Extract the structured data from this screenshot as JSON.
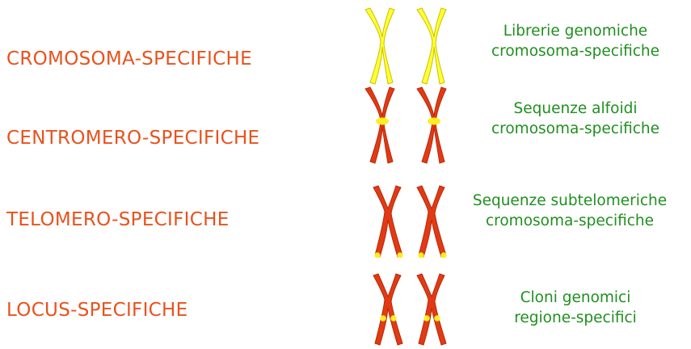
{
  "colors": {
    "label": "#e8521d",
    "description": "#1f8f1f",
    "chromosome_yellow": "#ffff33",
    "chromosome_red": "#e23a14",
    "probe_signal": "#ffee22"
  },
  "rows": [
    {
      "label": "CROMOSOMA-SPECIFICHE",
      "description": [
        "Librerie genomiche",
        "cromosoma-specifiche"
      ],
      "chromosome_color": "yellow",
      "signal": "whole-chromosome"
    },
    {
      "label": "CENTROMERO-SPECIFICHE",
      "description": [
        "Sequenze alfoidi",
        "cromosoma-specifiche"
      ],
      "chromosome_color": "red",
      "signal": "centromere"
    },
    {
      "label": "TELOMERO-SPECIFICHE",
      "description": [
        "Sequenze subtelomeriche",
        "cromosoma-specifiche"
      ],
      "chromosome_color": "red",
      "signal": "telomere"
    },
    {
      "label": "LOCUS-SPECIFICHE",
      "description": [
        "Cloni genomici",
        "regione-specifici"
      ],
      "chromosome_color": "red",
      "signal": "locus"
    }
  ]
}
